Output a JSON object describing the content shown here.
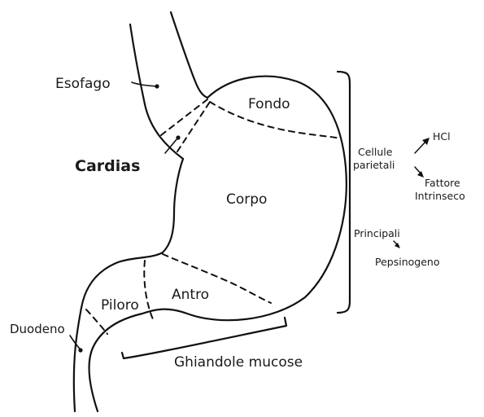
{
  "labels": {
    "esofago": "Esofago",
    "fondo": "Fondo",
    "cardias": "Cardias",
    "corpo": "Corpo",
    "antro": "Antro",
    "piloro": "Piloro",
    "duodeno": "Duodeno",
    "ghiandole_mucose": "Ghiandole mucose",
    "cellule": "Cellule",
    "parietali": "parietali",
    "hcl": "HCl",
    "fattore": "Fattore",
    "intrinseco": "Intrinseco",
    "principali": "Principali",
    "pepsinogeno": "Pepsinogeno"
  }
}
